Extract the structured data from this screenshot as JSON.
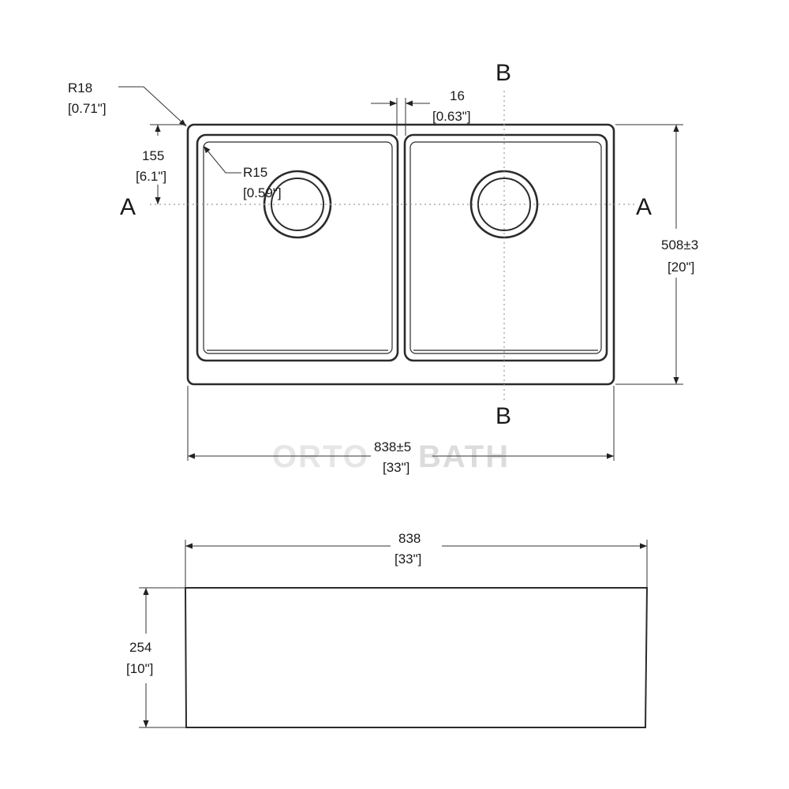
{
  "top_view": {
    "corner_radius_outer": {
      "mm": "R18",
      "inch": "[0.71\"]"
    },
    "corner_radius_inner": {
      "mm": "R15",
      "inch": "[0.59\"]"
    },
    "divider_width": {
      "mm": "16",
      "inch": "[0.63\"]"
    },
    "drain_offset": {
      "mm": "155",
      "inch": "[6.1\"]"
    },
    "width": {
      "mm": "838±5",
      "inch": "[33\"]"
    },
    "depth": {
      "mm": "508±3",
      "inch": "[20\"]"
    },
    "section_a_left": "A",
    "section_a_right": "A",
    "section_b_top": "B",
    "section_b_bottom": "B"
  },
  "front_view": {
    "width": {
      "mm": "838",
      "inch": "[33\"]"
    },
    "height": {
      "mm": "254",
      "inch": "[10\"]"
    }
  },
  "watermark": {
    "left": "ORTO",
    "right": "BATH"
  }
}
